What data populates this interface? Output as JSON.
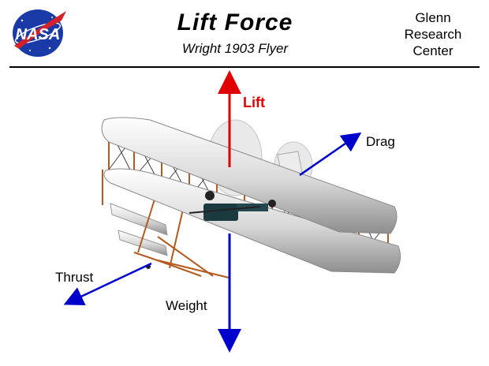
{
  "header": {
    "logo_text": "NASA",
    "title": "Lift  Force",
    "subtitle": "Wright  1903  Flyer",
    "org_lines": [
      "Glenn",
      "Research",
      "Center"
    ]
  },
  "forces": {
    "lift": "Lift",
    "drag": "Drag",
    "thrust": "Thrust",
    "weight": "Weight"
  },
  "colors": {
    "lift": "#e00000",
    "other_forces": "#0000cc",
    "frame": "#b45a1e",
    "nasa_blue": "#1a3aa8",
    "nasa_red": "#d4202a"
  }
}
